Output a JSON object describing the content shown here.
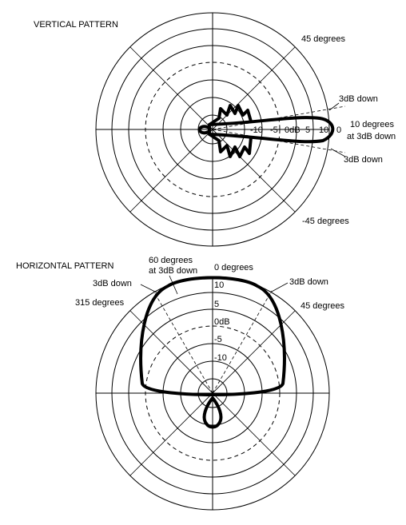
{
  "vertical": {
    "title": "VERTICAL PATTERN",
    "angle_top": "45 degrees",
    "angle_bottom": "-45 degrees",
    "three_db_top": "3dB down",
    "three_db_bottom": "3dB down",
    "beamwidth_line1": "10 degrees",
    "beamwidth_line2": "at 3dB down",
    "scale_labels": [
      "-10",
      "-5",
      "0dB",
      "5",
      "10",
      "0"
    ]
  },
  "horizontal": {
    "title": "HORIZONTAL PATTERN",
    "angle_zero": "0 degrees",
    "angle_right": "45 degrees",
    "angle_left": "315 degrees",
    "three_db_left": "3dB down",
    "three_db_right": "3dB down",
    "beamwidth_line1": "60 degrees",
    "beamwidth_line2": "at 3dB down",
    "scale_labels": [
      "10",
      "5",
      "0dB",
      "-5",
      "-10"
    ]
  }
}
